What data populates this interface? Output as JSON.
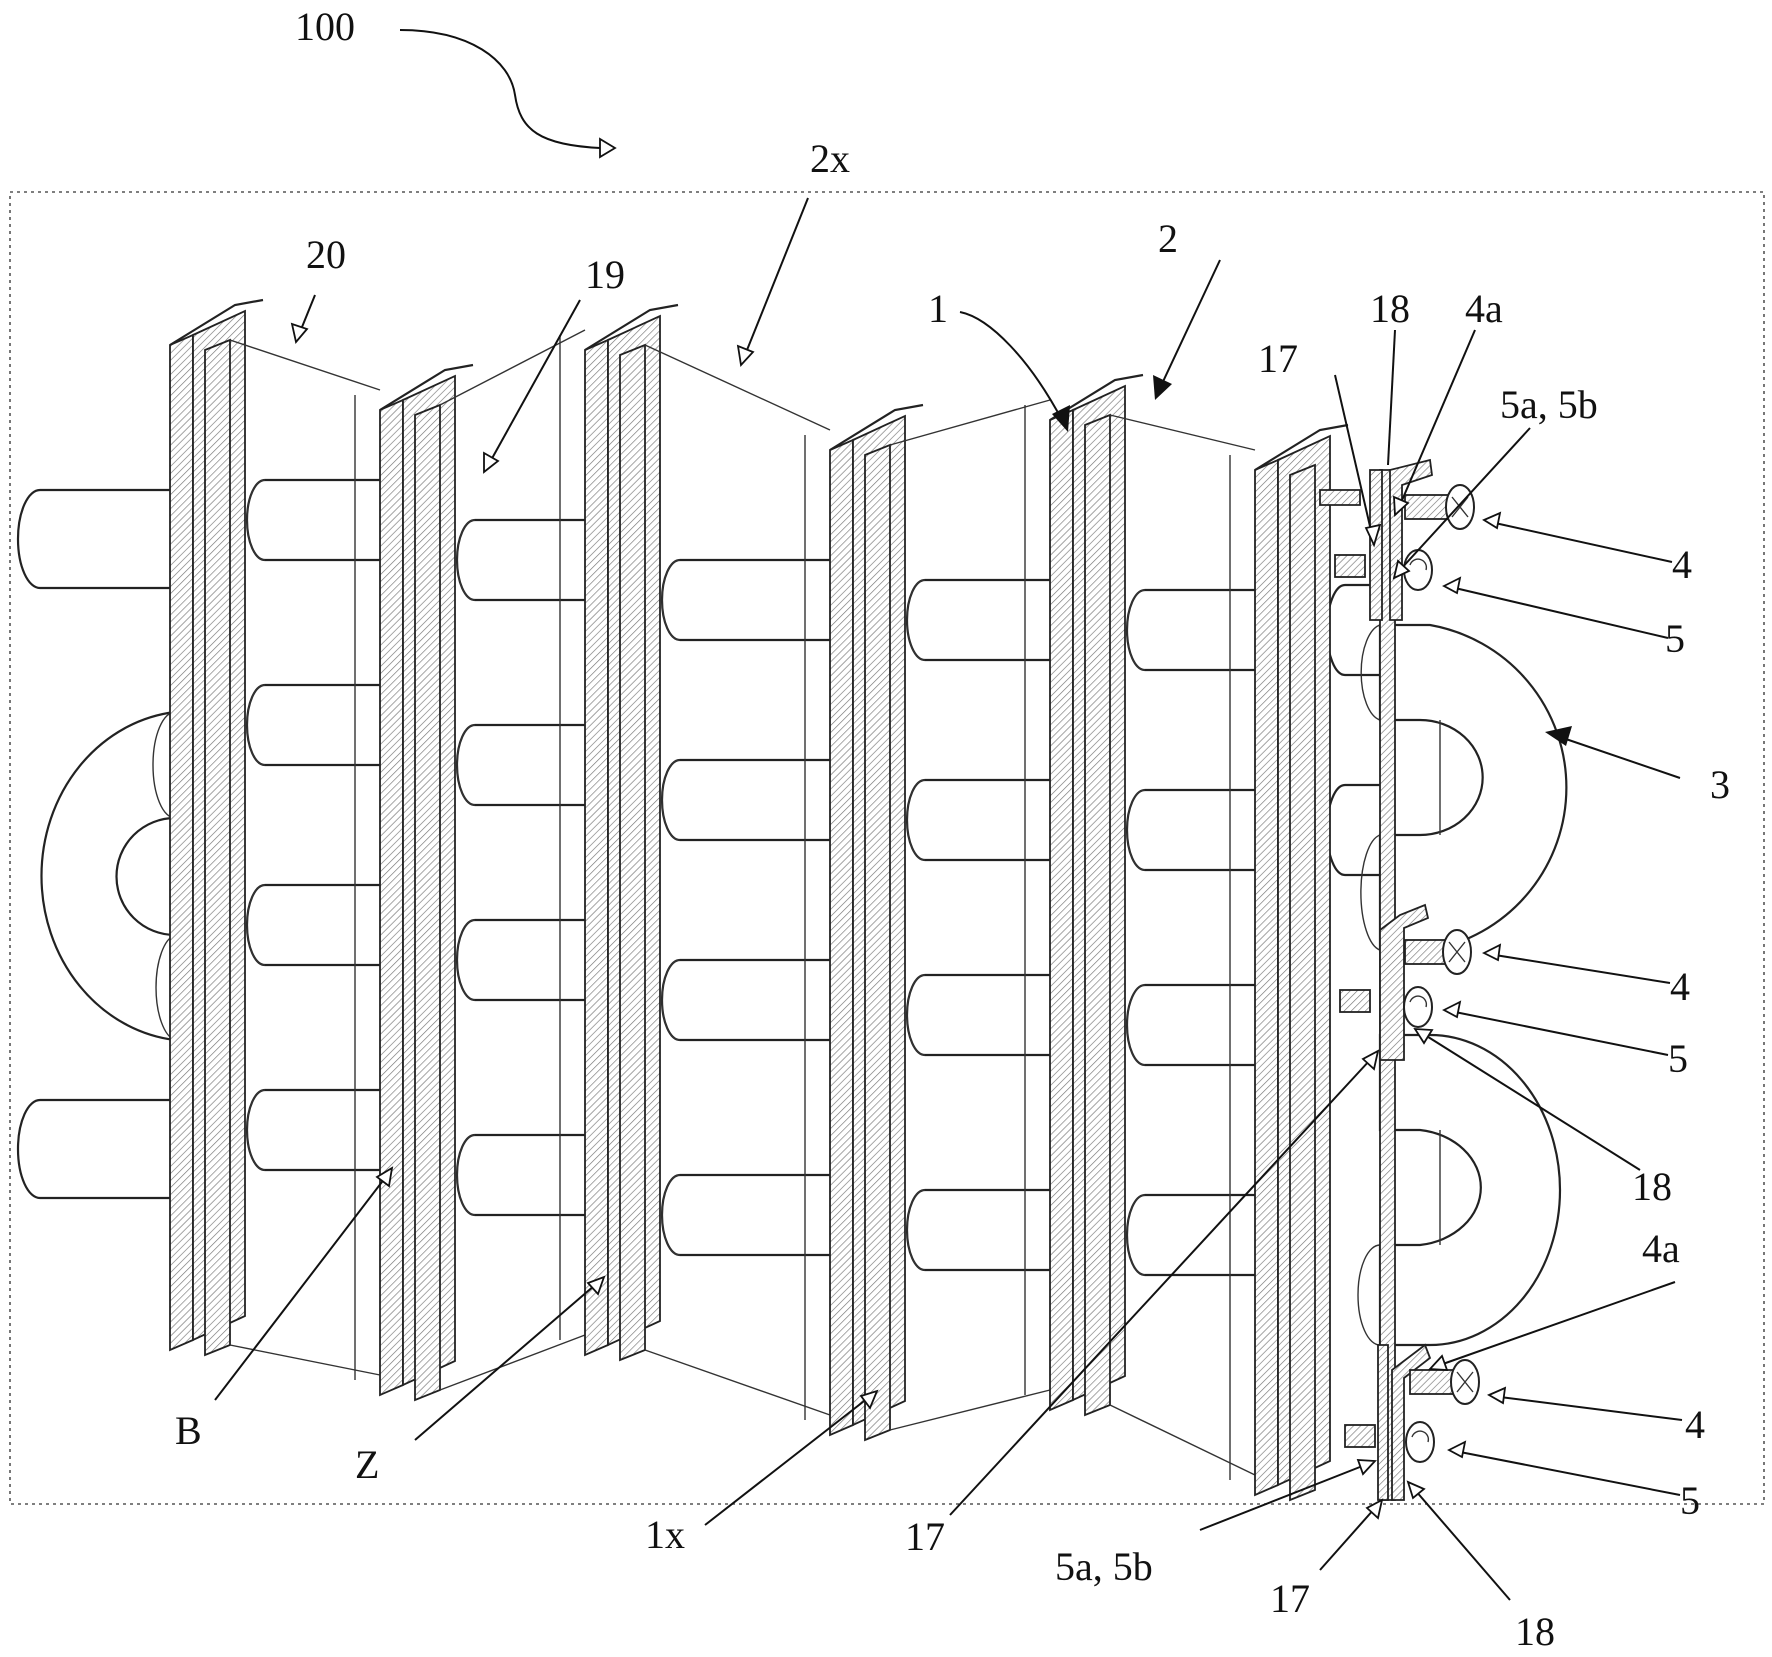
{
  "figure": {
    "labels": {
      "assembly": "100",
      "pitch_top": "2x",
      "pitch_bottom": "1x",
      "ref_20": "20",
      "ref_19": "19",
      "ref_1": "1",
      "ref_2": "2",
      "ref_3": "3",
      "ref_4_a": "4",
      "ref_4_b": "4",
      "ref_4_c": "4",
      "ref_4a_top": "4a",
      "ref_4a_bottom": "4a",
      "ref_5_a": "5",
      "ref_5_b": "5",
      "ref_5_c": "5",
      "ref_5a5b_top": "5a, 5b",
      "ref_5a5b_bottom": "5a, 5b",
      "ref_17_top": "17",
      "ref_17_mid": "17",
      "ref_17_bottom": "17",
      "ref_18_top": "18",
      "ref_18_mid": "18",
      "ref_18_bottom": "18",
      "ref_B": "B",
      "ref_Z": "Z"
    }
  }
}
